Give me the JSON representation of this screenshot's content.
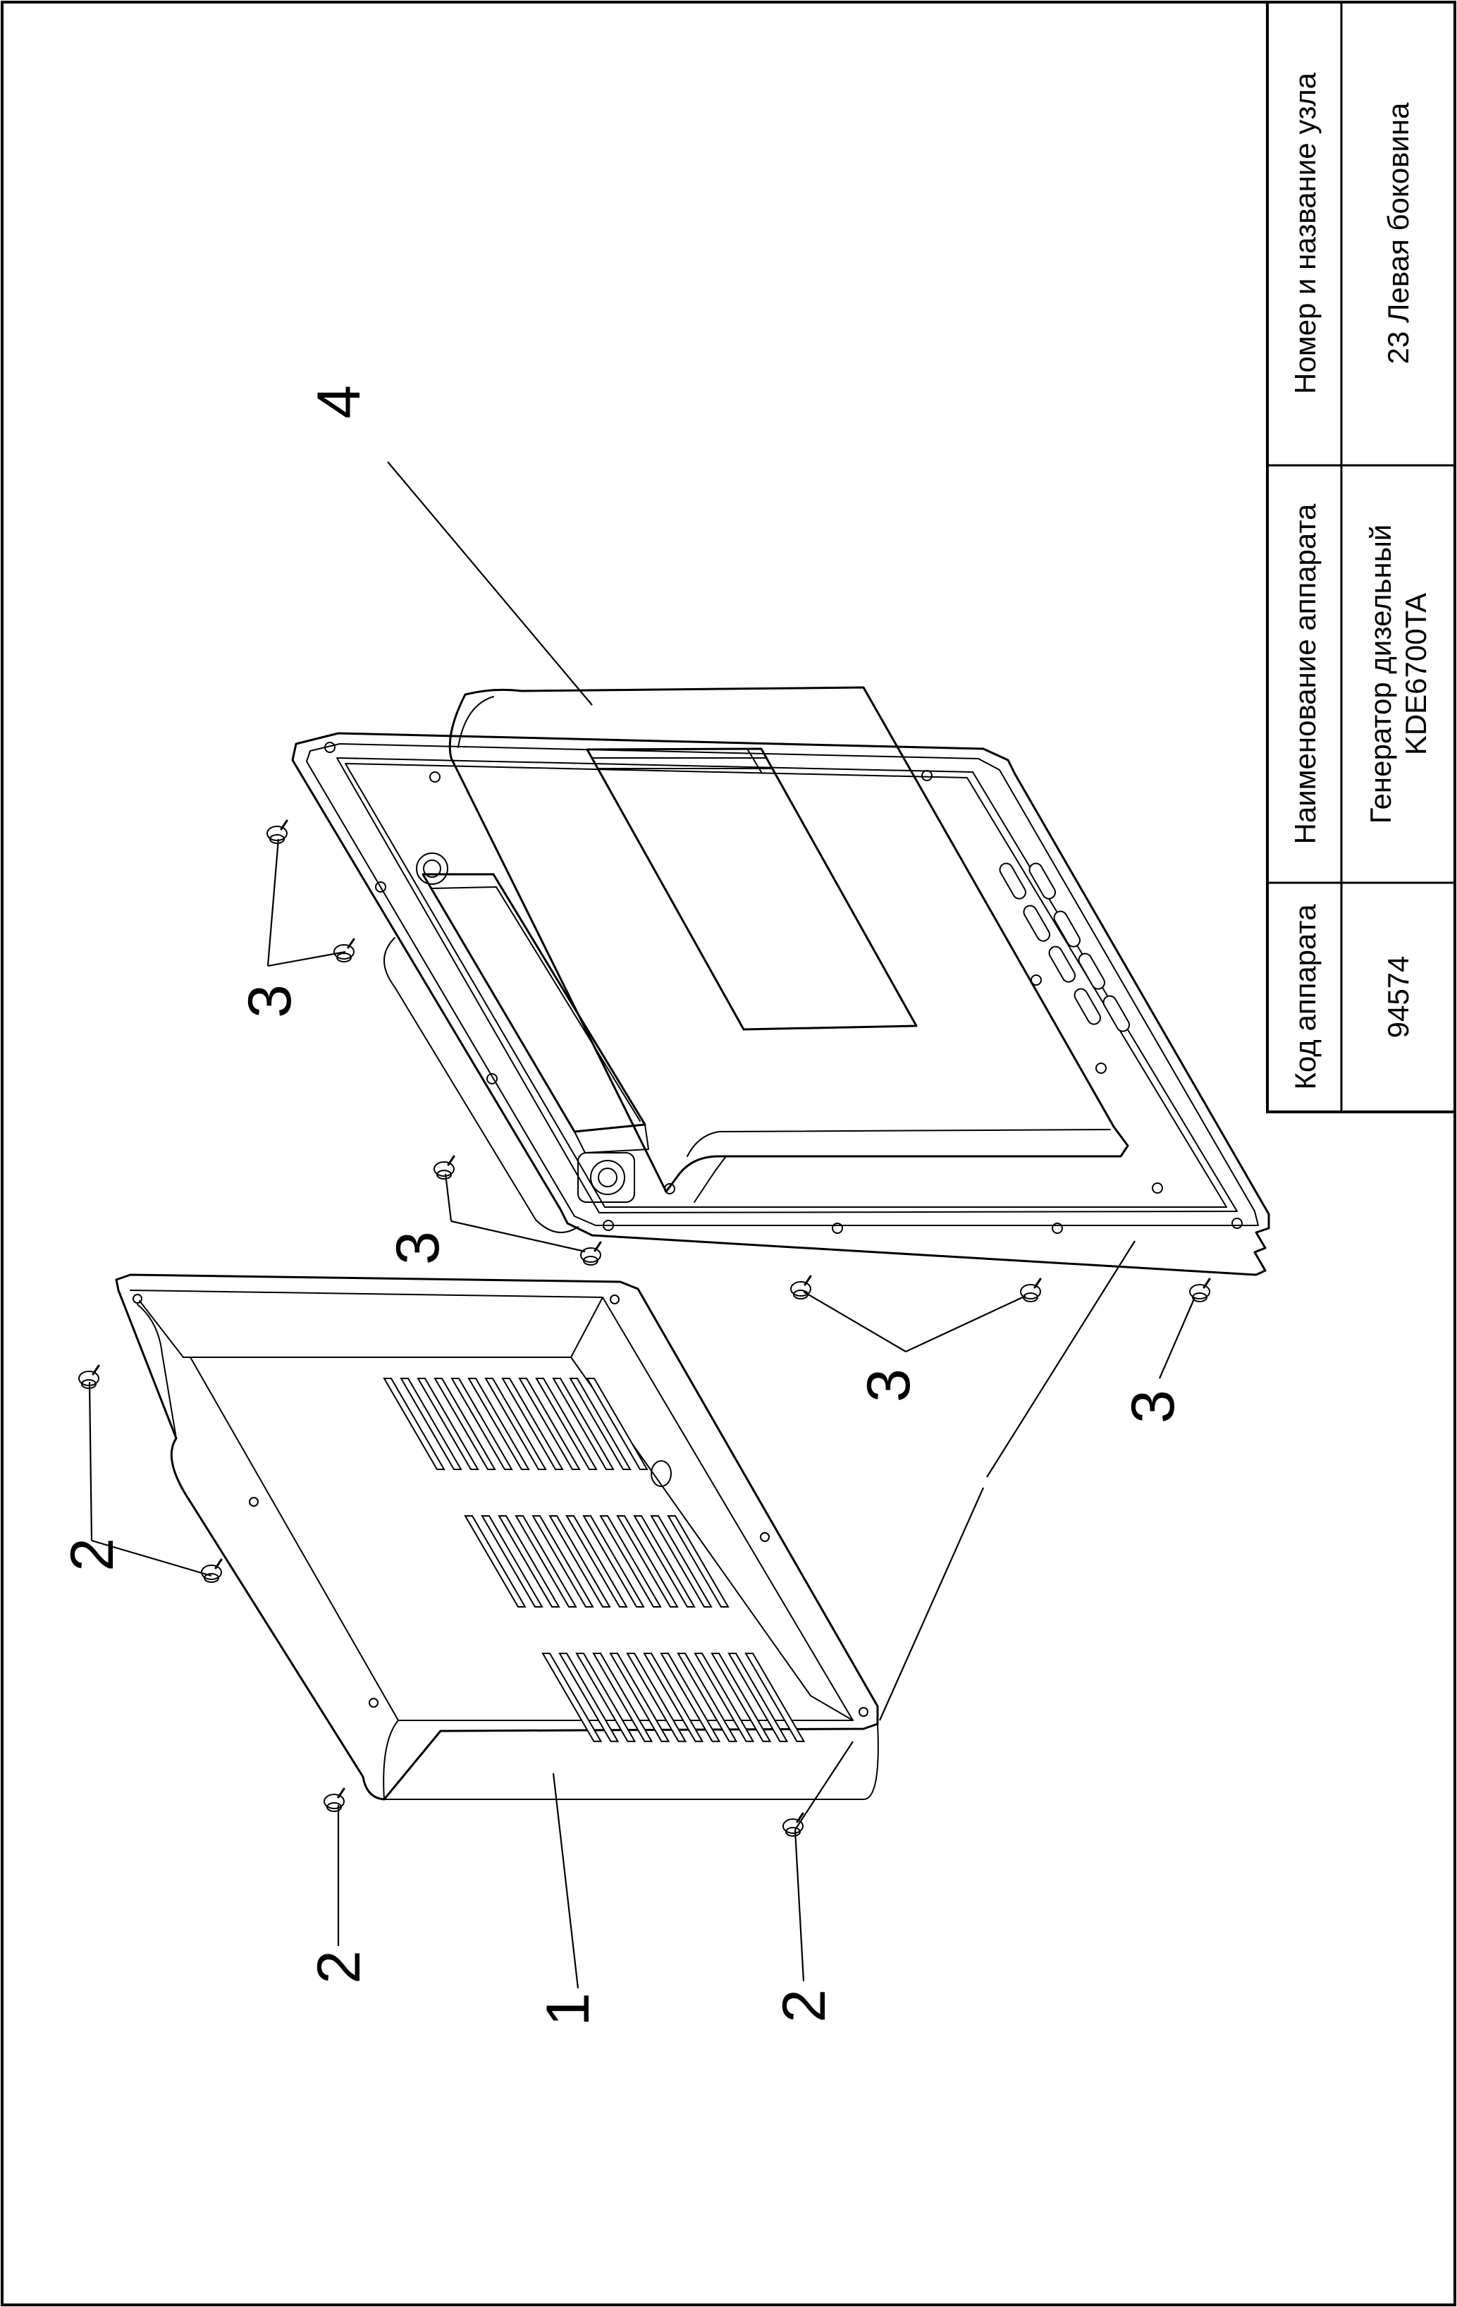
{
  "title_block": {
    "headers": {
      "code": "Код аппарата",
      "name": "Наименование аппарата",
      "unit": "Номер и название узла"
    },
    "values": {
      "code": "94574",
      "name_line1": "Генератор дизельный",
      "name_line2": "KDE6700TA",
      "unit": "23 Левая боковина"
    }
  },
  "callouts": {
    "part1": "1",
    "part2a": "2",
    "part2b": "2",
    "part2c": "2",
    "part3a": "3",
    "part3b": "3",
    "part3c": "3",
    "part3d": "3",
    "part4": "4"
  }
}
